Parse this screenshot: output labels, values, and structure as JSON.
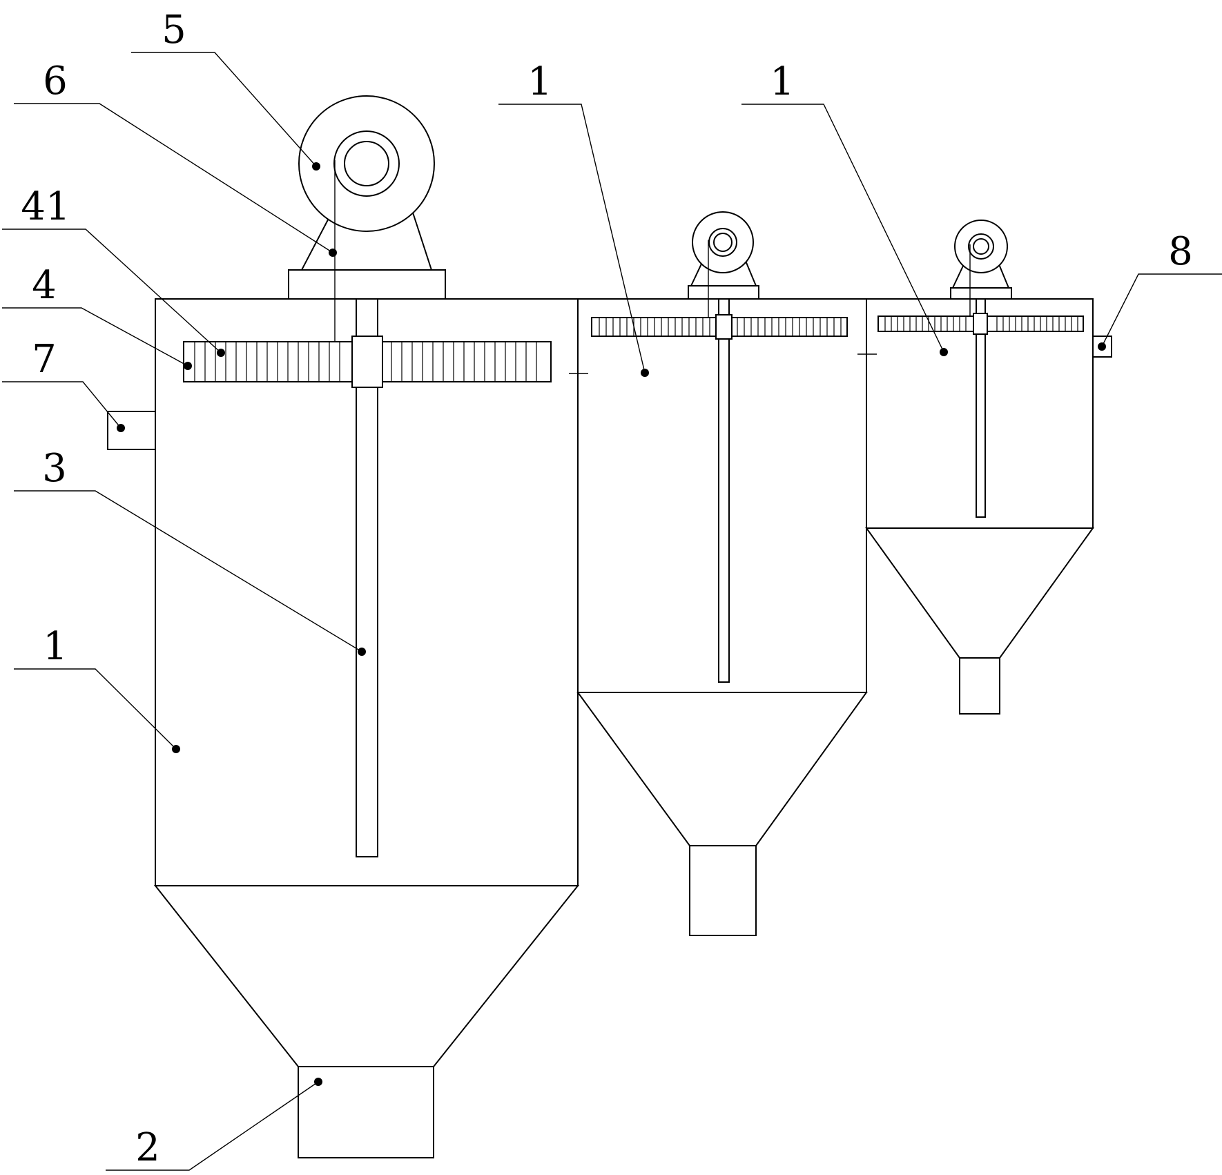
{
  "labels": {
    "motor": "5",
    "bracket": "6",
    "blade_gear": "41",
    "stirrer": "4",
    "inlet": "7",
    "shaft": "3",
    "tank_main": "1",
    "tank_mid": "1",
    "tank_small": "1",
    "outlet_main": "2",
    "outlet_small": "8"
  },
  "colors": {
    "line": "#000000",
    "background": "#ffffff"
  }
}
